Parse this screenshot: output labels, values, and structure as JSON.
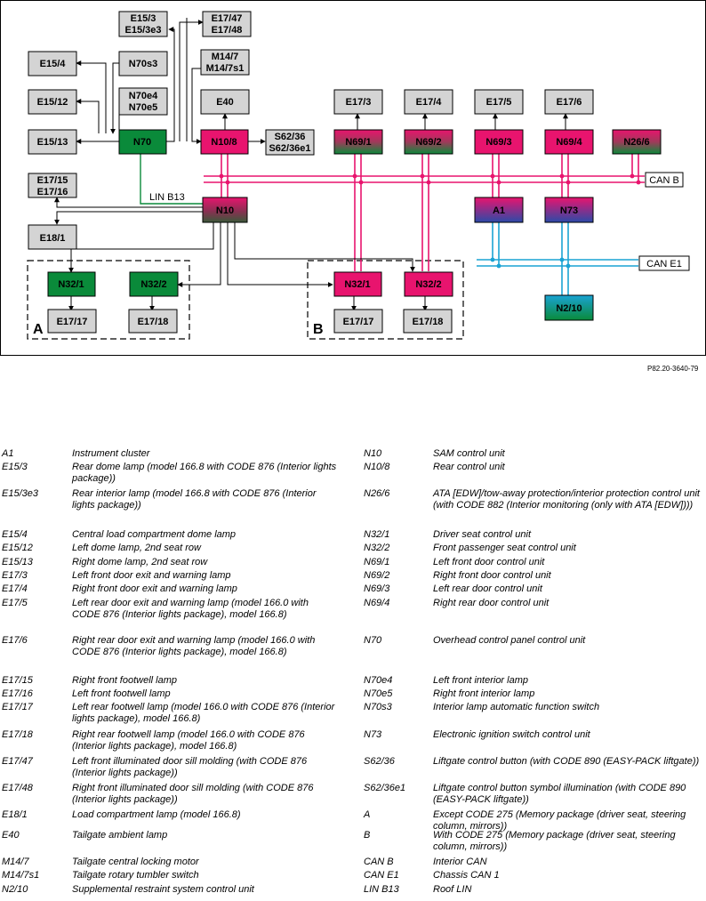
{
  "diagram": {
    "reference": "P82.20-3640-79",
    "boxes": {
      "E15_3": [
        "E15/3",
        "E15/3e3"
      ],
      "E17_47": [
        "E17/47",
        "E17/48"
      ],
      "M14_7": [
        "M14/7",
        "M14/7s1"
      ],
      "E15_4": [
        "E15/4"
      ],
      "N70s3": [
        "N70s3"
      ],
      "E15_12": [
        "E15/12"
      ],
      "N70e4": [
        "N70e4",
        "N70e5"
      ],
      "E40": [
        "E40"
      ],
      "E17_3": [
        "E17/3"
      ],
      "E17_4": [
        "E17/4"
      ],
      "E17_5": [
        "E17/5"
      ],
      "E17_6": [
        "E17/6"
      ],
      "E15_13": [
        "E15/13"
      ],
      "N70": [
        "N70"
      ],
      "N10_8": [
        "N10/8"
      ],
      "S62_36": [
        "S62/36",
        "S62/36e1"
      ],
      "N69_1": [
        "N69/1"
      ],
      "N69_2": [
        "N69/2"
      ],
      "N69_3": [
        "N69/3"
      ],
      "N69_4": [
        "N69/4"
      ],
      "N26_6": [
        "N26/6"
      ],
      "E17_15": [
        "E17/15",
        "E17/16"
      ],
      "N10": [
        "N10"
      ],
      "A1": [
        "A1"
      ],
      "N73": [
        "N73"
      ],
      "E18_1": [
        "E18/1"
      ],
      "N32_1_A": [
        "N32/1"
      ],
      "N32_2_A": [
        "N32/2"
      ],
      "N32_1_B": [
        "N32/1"
      ],
      "N32_2_B": [
        "N32/2"
      ],
      "N2_10": [
        "N2/10"
      ],
      "E17_17_A": [
        "E17/17"
      ],
      "E17_18_A": [
        "E17/18"
      ],
      "E17_17_B": [
        "E17/17"
      ],
      "E17_18_B": [
        "E17/18"
      ]
    },
    "bus_labels": {
      "lin": "LIN B13",
      "can_b": "CAN B",
      "can_e1": "CAN E1"
    },
    "group_labels": {
      "a": "A",
      "b": "B"
    },
    "colors": {
      "pink": "#e8146e",
      "green": "#0a8a3a",
      "cyan": "#1aa3d4",
      "blue": "#2b4aa8",
      "gray": "#d4d4d4"
    }
  },
  "legend": {
    "left": [
      {
        "code": "A1",
        "desc": "Instrument cluster"
      },
      {
        "code": "E15/3",
        "desc": "Rear dome lamp (model 166.8 with CODE 876 (Interior lights package))"
      },
      {
        "code": "E15/3e3",
        "desc": "Rear interior lamp (model 166.8 with CODE 876 (Interior lights package))"
      },
      {
        "code": "E15/4",
        "desc": "Central load compartment dome lamp"
      },
      {
        "code": "E15/12",
        "desc": "Left dome lamp, 2nd seat row"
      },
      {
        "code": "E15/13",
        "desc": "Right dome lamp, 2nd seat row"
      },
      {
        "code": "E17/3",
        "desc": "Left front door exit and warning lamp"
      },
      {
        "code": "E17/4",
        "desc": "Right front door exit and warning lamp"
      },
      {
        "code": "E17/5",
        "desc": "Left rear door exit and warning lamp (model 166.0 with CODE 876 (Interior lights package), model 166.8)"
      },
      {
        "code": "E17/6",
        "desc": "Right rear door exit and warning lamp (model 166.0 with CODE 876 (Interior lights package), model 166.8)"
      },
      {
        "code": "E17/15",
        "desc": "Right front footwell lamp"
      },
      {
        "code": "E17/16",
        "desc": "Left front footwell lamp"
      },
      {
        "code": "E17/17",
        "desc": "Left rear footwell lamp (model 166.0 with CODE 876 (Interior lights package), model 166.8)"
      },
      {
        "code": "E17/18",
        "desc": "Right rear footwell lamp (model 166.0 with CODE 876 (Interior lights package), model 166.8)"
      },
      {
        "code": "E17/47",
        "desc": "Left front illuminated door sill molding (with CODE 876 (Interior lights package))"
      },
      {
        "code": "E17/48",
        "desc": "Right front illuminated door sill molding (with CODE 876 (Interior lights package))"
      },
      {
        "code": "E18/1",
        "desc": "Load compartment lamp (model 166.8)"
      },
      {
        "code": "E40",
        "desc": "Tailgate ambient lamp"
      },
      {
        "code": "M14/7",
        "desc": "Tailgate central locking motor"
      },
      {
        "code": "M14/7s1",
        "desc": "Tailgate rotary tumbler switch"
      },
      {
        "code": "N2/10",
        "desc": "Supplemental restraint system control unit"
      }
    ],
    "right": [
      {
        "code": "N10",
        "desc": "SAM control unit"
      },
      {
        "code": "N10/8",
        "desc": "Rear control unit"
      },
      {
        "code": "N26/6",
        "desc": "ATA [EDW]/tow-away protection/interior protection control unit (with CODE 882 (Interior monitoring (only with ATA [EDW])))"
      },
      {
        "code": "N32/1",
        "desc": "Driver seat control unit"
      },
      {
        "code": "N32/2",
        "desc": "Front passenger seat control unit"
      },
      {
        "code": "N69/1",
        "desc": "Left front door control unit"
      },
      {
        "code": "N69/2",
        "desc": "Right front door control unit"
      },
      {
        "code": "N69/3",
        "desc": "Left rear door control unit"
      },
      {
        "code": "N69/4",
        "desc": "Right rear door control unit"
      },
      {
        "code": "N70",
        "desc": "Overhead control panel control unit"
      },
      {
        "code": "N70e4",
        "desc": "Left front interior lamp"
      },
      {
        "code": "N70e5",
        "desc": "Right front interior lamp"
      },
      {
        "code": "N70s3",
        "desc": "Interior lamp automatic function switch"
      },
      {
        "code": "N73",
        "desc": "Electronic ignition switch control unit"
      },
      {
        "code": "S62/36",
        "desc": "Liftgate control button (with CODE 890 (EASY-PACK liftgate))"
      },
      {
        "code": "S62/36e1",
        "desc": "Liftgate control button symbol illumination (with CODE 890 (EASY-PACK liftgate))"
      },
      {
        "code": "A",
        "desc": "Except CODE 275 (Memory package (driver seat, steering column, mirrors))"
      },
      {
        "code": "B",
        "desc": "With CODE 275 (Memory package (driver seat, steering column, mirrors))"
      },
      {
        "code": "CAN B",
        "desc": "Interior CAN"
      },
      {
        "code": "CAN E1",
        "desc": "Chassis CAN 1"
      },
      {
        "code": "LIN B13",
        "desc": "Roof LIN"
      }
    ]
  }
}
